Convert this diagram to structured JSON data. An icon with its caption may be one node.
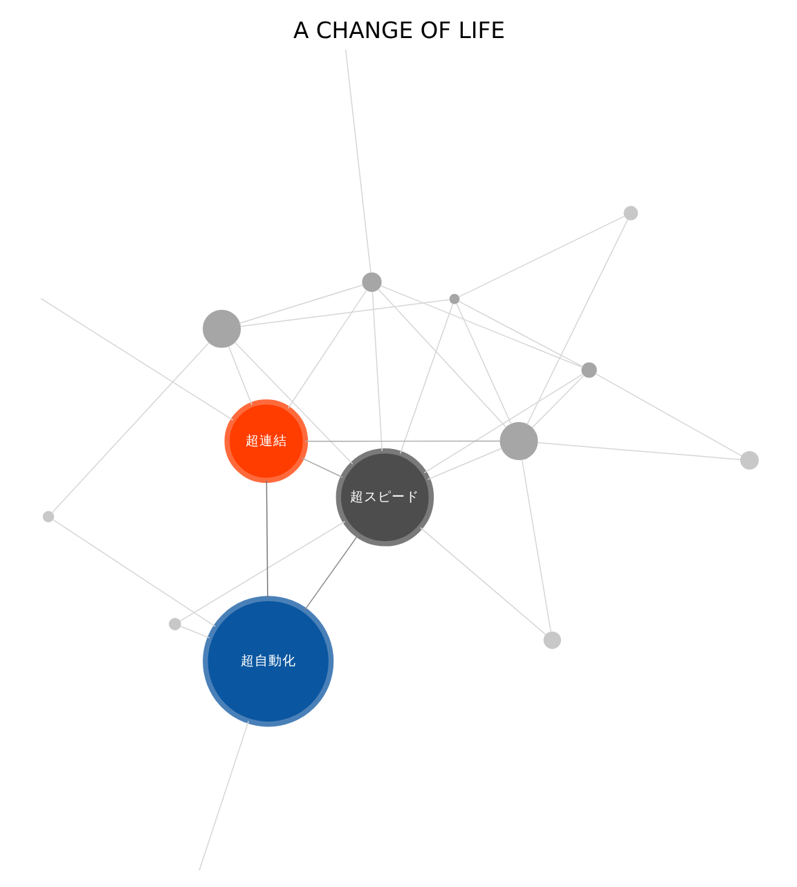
{
  "diagram": {
    "title": "A CHANGE OF LIFE",
    "nodes": [
      {
        "text": [],
        "shape": "circle"
      },
      {
        "text": [],
        "shape": "circle"
      },
      {
        "text": [],
        "shape": "circle"
      },
      {
        "text": [],
        "shape": "circle"
      },
      {
        "text": [
          "超スピード"
        ]
      },
      {
        "text": [],
        "shape": "circle"
      },
      {
        "text": [],
        "shape": "circle"
      },
      {
        "text": [
          "超連結"
        ]
      },
      {
        "text": [
          "超自動化"
        ]
      },
      {
        "text": [],
        "shape": "circle"
      },
      {
        "text": [],
        "shape": "circle"
      },
      {
        "text": [],
        "shape": "circle"
      },
      {
        "text": [],
        "shape": "circle"
      }
    ],
    "edges": [
      {
        "from": 0,
        "to": 3,
        "arrow": "none"
      },
      {
        "from": 0,
        "to": 10,
        "arrow": "none"
      },
      {
        "from": 3,
        "to": 1,
        "arrow": "none"
      },
      {
        "from": 2,
        "to": 3,
        "arrow": "none"
      },
      {
        "from": 2,
        "to": 4,
        "arrow": "none"
      },
      {
        "from": 2,
        "to": 6,
        "arrow": "none"
      },
      {
        "from": 2,
        "to": 7,
        "arrow": "none"
      },
      {
        "from": 2,
        "to": 11,
        "arrow": "none"
      },
      {
        "from": 3,
        "to": 4,
        "arrow": "none"
      },
      {
        "from": 3,
        "to": 10,
        "arrow": "none"
      },
      {
        "from": 1,
        "to": 4,
        "arrow": "none"
      },
      {
        "from": 1,
        "to": 6,
        "arrow": "none"
      },
      {
        "from": 1,
        "to": 10,
        "arrow": "none"
      },
      {
        "from": 1,
        "to": 12,
        "arrow": "none"
      },
      {
        "from": 4,
        "to": 5,
        "arrow": "none"
      },
      {
        "from": 4,
        "to": 6,
        "arrow": "none"
      },
      {
        "from": 4,
        "to": 8,
        "arrow": "none",
        "color": "#888888"
      },
      {
        "from": 4,
        "to": 7,
        "arrow": "none",
        "color": "#aaaaaa"
      },
      {
        "from": 4,
        "to": 9,
        "arrow": "none"
      },
      {
        "from": 4,
        "to": 10,
        "arrow": "none"
      },
      {
        "from": 5,
        "to": 8,
        "arrow": "none"
      },
      {
        "from": 7,
        "to": 6,
        "arrow": "none"
      },
      {
        "from": 6,
        "to": 10,
        "arrow": "none"
      },
      {
        "from": 6,
        "to": null,
        "arrow": "none"
      },
      {
        "from": 7,
        "to": 8,
        "arrow": "none",
        "color": "#777777"
      },
      {
        "from": 7,
        "to": 10,
        "arrow": "none",
        "color": "#aaaaaa"
      },
      {
        "from": 7,
        "to": null,
        "arrow": "none"
      },
      {
        "from": 9,
        "to": 10,
        "arrow": "none"
      },
      {
        "from": 10,
        "to": 12,
        "arrow": "none"
      },
      {
        "from": 11,
        "to": 8,
        "arrow": "none"
      },
      {
        "from": 8,
        "to": null,
        "arrow": "none"
      }
    ]
  }
}
